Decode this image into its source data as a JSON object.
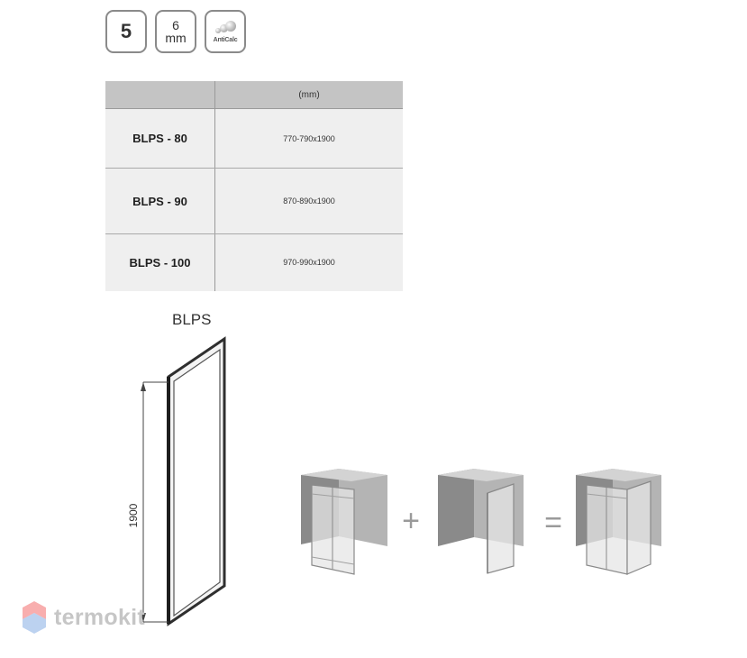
{
  "badges": {
    "warranty": "5",
    "thickness_value": "6",
    "thickness_unit": "mm",
    "anticalc_label": "AntiCalc"
  },
  "table": {
    "header_model": "",
    "header_size": "(mm)",
    "rows": [
      {
        "model": "BLPS - 80",
        "size": "770-790x1900"
      },
      {
        "model": "BLPS - 90",
        "size": "870-890x1900"
      },
      {
        "model": "BLPS - 100",
        "size": "970-990x1900"
      }
    ]
  },
  "diagram": {
    "title": "BLPS",
    "height_label": "1900",
    "plus_sign": "+",
    "equals_sign": "="
  },
  "watermark": {
    "text": "termokit"
  },
  "colors": {
    "table_header": "#c4c4c4",
    "table_body": "#efefef",
    "badge_border": "#8a8a8a",
    "wall_light": "#a8a8a8",
    "wall_dark": "#7d7d7d",
    "watermark_red": "#f26b6b",
    "watermark_blue": "#8fb4e6"
  }
}
